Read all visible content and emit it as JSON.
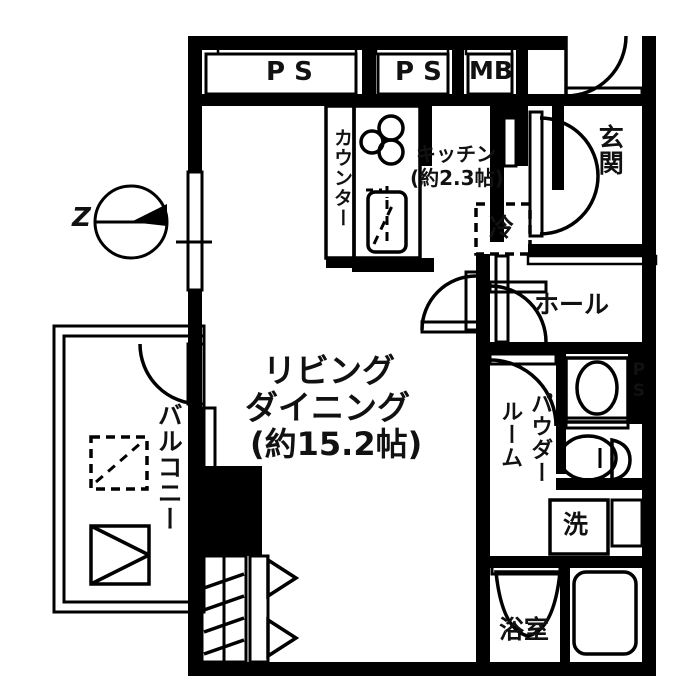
{
  "plan": {
    "type": "floor-plan",
    "title": "",
    "unit_area_label": "",
    "compass": {
      "label": "Z",
      "icon": "compass-north-icon"
    },
    "rooms": [
      {
        "id": "ps-1",
        "label": "P S",
        "orientation": "horizontal"
      },
      {
        "id": "ps-2",
        "label": "P S",
        "orientation": "horizontal"
      },
      {
        "id": "mb",
        "label": "MB",
        "orientation": "horizontal"
      },
      {
        "id": "genkan",
        "label": "玄関",
        "orientation": "vertical"
      },
      {
        "id": "hall",
        "label": "ホール",
        "orientation": "horizontal"
      },
      {
        "id": "counter",
        "label": "カウンター",
        "orientation": "vertical"
      },
      {
        "id": "kitchen",
        "label": "キッチン",
        "orientation": "horizontal"
      },
      {
        "id": "kitchen-area",
        "label": "(約2.3帖)",
        "orientation": "horizontal"
      },
      {
        "id": "fridge",
        "label": "冷",
        "orientation": "horizontal"
      },
      {
        "id": "living-1",
        "label": "リビング",
        "orientation": "horizontal"
      },
      {
        "id": "living-2",
        "label": "ダイニング",
        "orientation": "horizontal"
      },
      {
        "id": "living-area",
        "label": "(約15.2帖)",
        "orientation": "horizontal"
      },
      {
        "id": "balcony",
        "label": "バルコニー",
        "orientation": "vertical"
      },
      {
        "id": "powder-room",
        "label": "パウダー",
        "orientation": "vertical"
      },
      {
        "id": "powder-room-2",
        "label": "ルーム",
        "orientation": "vertical"
      },
      {
        "id": "washer",
        "label": "洗",
        "orientation": "horizontal"
      },
      {
        "id": "ps-3",
        "label": "PS",
        "orientation": "vertical"
      },
      {
        "id": "bathroom",
        "label": "浴室",
        "orientation": "horizontal"
      }
    ],
    "fixtures": [
      {
        "id": "stove",
        "name": "stove-burners-icon",
        "count": 3
      },
      {
        "id": "sink",
        "name": "kitchen-sink-icon"
      },
      {
        "id": "refrigerator",
        "name": "refrigerator-icon"
      },
      {
        "id": "toilet",
        "name": "toilet-icon"
      },
      {
        "id": "basin",
        "name": "wash-basin-icon"
      },
      {
        "id": "bathtub",
        "name": "bathtub-icon"
      },
      {
        "id": "ac-outdoor",
        "name": "ac-outdoor-unit-icon"
      },
      {
        "id": "balcony-hatch",
        "name": "balcony-drain-icon"
      }
    ],
    "colors": {
      "wall": "#000000",
      "floor": "#ffffff",
      "text": "#111111",
      "thin_line": "#1a1a1a"
    }
  }
}
